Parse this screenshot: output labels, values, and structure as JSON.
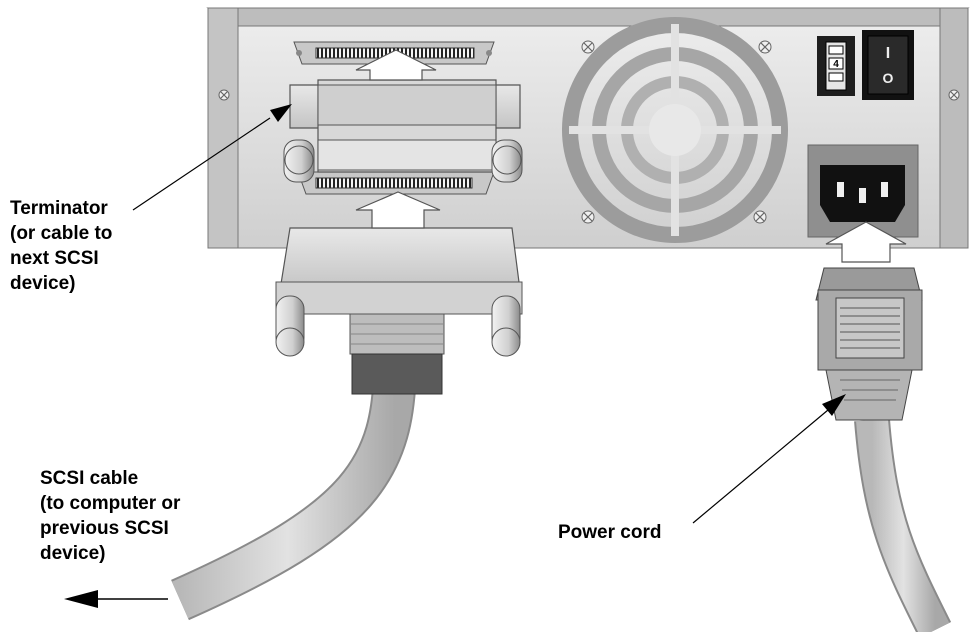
{
  "labels": {
    "terminator": [
      "Terminator",
      "(or cable to",
      "next SCSI",
      "device)"
    ],
    "scsi_cable": [
      "SCSI cable",
      "(to computer or",
      "previous SCSI",
      "device)"
    ],
    "power_cord": "Power cord"
  },
  "switch": {
    "on_symbol": "I",
    "off_symbol": "O",
    "scsi_id": "4"
  },
  "colors": {
    "panel": "#dedede",
    "panel_dark": "#9a9a9a",
    "connector": "#d0d0d0",
    "cable": "#c8c8c8",
    "switch": "#1a1a1a",
    "arrow_fill": "#ffffff"
  }
}
